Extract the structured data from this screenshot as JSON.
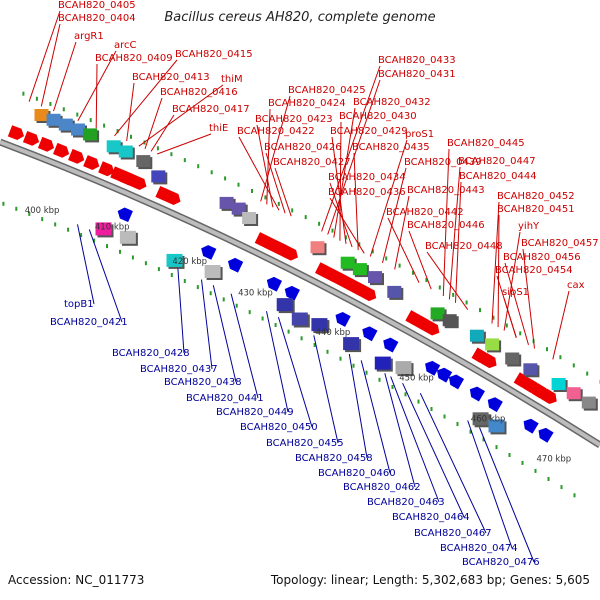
{
  "title": "Bacillus cereus AH820, complete genome",
  "footer": {
    "accession": "Accession: NC_011773",
    "summary": "Topology: linear; Length: 5,302,683 bp; Genes: 5,605"
  },
  "colors": {
    "top_label": "#cc0000",
    "bottom_label": "#000099",
    "forward_arrow": "#ee0000",
    "reverse_arrow": "#0000dd",
    "axis": "#999999",
    "tick": "#2a9a2a"
  },
  "scale_ticks": [
    "400 kbp",
    "410 kbp",
    "420 kbp",
    "430 kbp",
    "440 kbp",
    "450 kbp",
    "460 kbp",
    "470 kbp"
  ],
  "top_labels": [
    "BCAH820_0405",
    "BCAH820_0404",
    "argR1",
    "arcC",
    "BCAH820_0409",
    "BCAH820_0415",
    "BCAH820_0413",
    "thiM",
    "BCAH820_0416",
    "BCAH820_0417",
    "thiE",
    "BCAH820_0425",
    "BCAH820_0424",
    "BCAH820_0423",
    "BCAH820_0422",
    "BCAH820_0426",
    "BCAH820_0427",
    "BCAH820_0433",
    "BCAH820_0431",
    "BCAH820_0432",
    "BCAH820_0430",
    "BCAH820_0429",
    "proS1",
    "BCAH820_0435",
    "BCAH820_0434",
    "BCAH820_0436",
    "BCAH820_0439",
    "BCAH820_0443",
    "BCAH820_0445",
    "BCAH820_0447",
    "BCAH820_0444",
    "BCAH820_0442",
    "BCAH820_0446",
    "yihY",
    "BCAH820_0448",
    "BCAH820_0452",
    "BCAH820_0451",
    "BCAH820_0457",
    "BCAH820_0456",
    "BCAH820_0454",
    "sipS1",
    "cax"
  ],
  "bottom_labels": [
    "topB1",
    "BCAH820_0421",
    "BCAH820_0428",
    "BCAH820_0437",
    "BCAH820_0438",
    "BCAH820_0441",
    "BCAH820_0449",
    "BCAH820_0450",
    "BCAH820_0455",
    "BCAH820_0458",
    "BCAH820_0460",
    "BCAH820_0462",
    "BCAH820_0463",
    "BCAH820_0464",
    "BCAH820_0467",
    "BCAH820_0474",
    "BCAH820_0476"
  ]
}
